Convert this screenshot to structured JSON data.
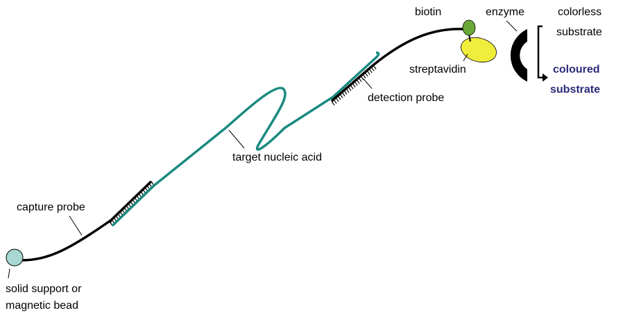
{
  "labels": {
    "biotin": "biotin",
    "enzyme": "enzyme",
    "colorless_line1": "colorless",
    "colorless_line2": "substrate",
    "streptavidin": "streptavidin",
    "coloured_line1": "coloured",
    "coloured_line2": "substrate",
    "detection_probe": "detection probe",
    "target_nucleic_acid": "target nucleic acid",
    "capture_probe": "capture probe",
    "support_line1": "solid support or",
    "support_line2": "magnetic bead"
  },
  "colors": {
    "probe_strand": "#000000",
    "target_strand": "#1a8a80",
    "bead": "#a8d8d4",
    "biotin": "#6aa83a",
    "streptavidin": "#f0ee3c",
    "enzyme": "#000000",
    "coloured_text": "#2a2a7a"
  },
  "icons": {
    "bead": "circle",
    "biotin": "small-ellipse",
    "streptavidin": "ellipse",
    "enzyme": "c-shape",
    "reaction": "bracket-arrow"
  }
}
